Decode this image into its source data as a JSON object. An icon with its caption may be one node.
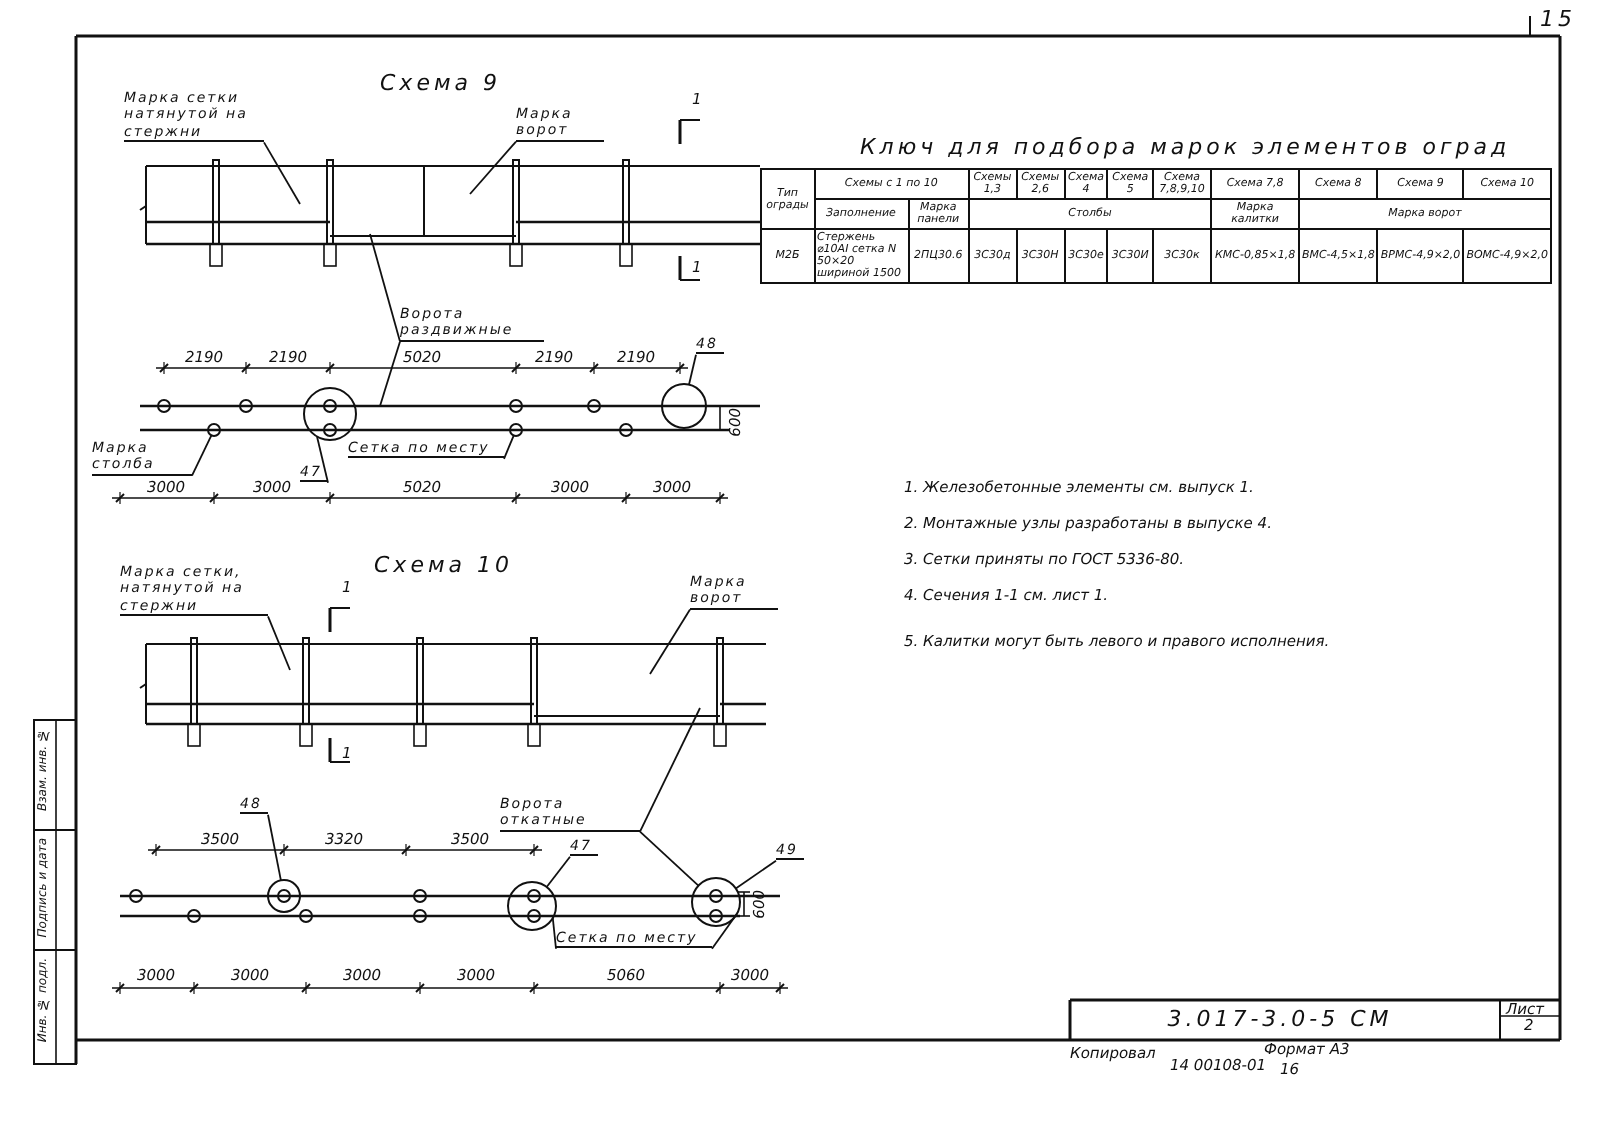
{
  "diagram": {
    "nodes": [
      {
        "text": [
          "Марка сетки натянутой на стержни"
        ]
      },
      {
        "text": [
          "Марка ворот"
        ]
      },
      {
        "text": [
          "Ворота раздвижные"
        ]
      },
      {
        "text": [
          "48"
        ]
      },
      {
        "text": [
          "Сетка по месту"
        ]
      },
      {
        "text": [
          "47"
        ]
      },
      {
        "text": [
          "Марка столба"
        ]
      },
      {
        "text": [
          "Марка сетки, натянутой на стержни"
        ]
      },
      {
        "text": [
          "Марка ворот"
        ]
      },
      {
        "text": [
          "Ворота откатные"
        ]
      },
      {
        "text": [
          "48"
        ]
      },
      {
        "text": [
          "47"
        ]
      },
      {
        "text": [
          "49"
        ]
      },
      {
        "text": [
          "Сетка по месту"
        ]
      },
      {
        "text": [],
        "shape": "circle"
      },
      {
        "text": [],
        "shape": "circle"
      },
      {
        "text": [],
        "shape": "circle"
      },
      {
        "text": [],
        "shape": "circle"
      },
      {
        "text": [],
        "shape": "circle"
      },
      {
        "text": [],
        "shape": "circle"
      },
      {
        "text": [],
        "shape": "circle"
      }
    ],
    "edges": [
      {
        "from": 0,
        "to": null,
        "arrow": "none"
      },
      {
        "from": 1,
        "to": null,
        "arrow": "none"
      },
      {
        "from": 2,
        "to": null,
        "arrow": "none"
      },
      {
        "from": 2,
        "to": null,
        "arrow": "none"
      },
      {
        "from": 3,
        "to": 17,
        "arrow": "none"
      },
      {
        "from": 4,
        "to": 16,
        "arrow": "none"
      },
      {
        "from": 5,
        "to": 15,
        "arrow": "none"
      },
      {
        "from": 6,
        "to": 14,
        "arrow": "none"
      },
      {
        "from": 7,
        "to": null,
        "arrow": "none"
      },
      {
        "from": 8,
        "to": null,
        "arrow": "none"
      },
      {
        "from": 9,
        "to": null,
        "arrow": "none"
      },
      {
        "from": 9,
        "to": 20,
        "arrow": "none"
      },
      {
        "from": 10,
        "to": 18,
        "arrow": "none"
      },
      {
        "from": 11,
        "to": 19,
        "arrow": "none"
      },
      {
        "from": 12,
        "to": 20,
        "arrow": "none"
      },
      {
        "from": 13,
        "to": 19,
        "arrow": "none"
      },
      {
        "from": 13,
        "to": 20,
        "arrow": "none"
      }
    ],
    "labels": [
      "15",
      "Схема 9",
      "1",
      "1",
      "2190",
      "2190",
      "5020",
      "2190",
      "2190",
      "600",
      "3000",
      "3000",
      "5020",
      "3000",
      "3000",
      "Ключ для подбора марок элементов оград",
      "Тип ограды",
      "Схемы с 1 по 10",
      "Схемы 1,3",
      "Схемы 2,6",
      "Схема 4",
      "Схема 5",
      "Схема 7,8,9,10",
      "Схема 7,8",
      "Схема 8",
      "Схема 9",
      "Схема 10",
      "Заполнение",
      "Марка панели",
      "Столбы",
      "Марка калитки",
      "Марка ворот",
      "М2Б",
      "Стержень ⌀10АI сетка N 50×20 шириной 1500",
      "2ПЦ30.6",
      "3С30д",
      "3С30Н",
      "3С30е",
      "3С30И",
      "3С30к",
      "КМС-0,85×1,8",
      "ВМС-4,5×1,8",
      "ВРМС-4,9×2,0",
      "ВОМС-4,9×2,0",
      "1. Железобетонные элементы см. выпуск 1.",
      "2. Монтажные узлы разработаны в выпуске 4.",
      "3. Сетки приняты по ГОСТ 5336-80.",
      "4. Сечения 1-1 см. лист 1.",
      "5. Калитки могут быть левого и правого исполнения.",
      "Схема 10",
      "1",
      "1",
      "3500",
      "3320",
      "3500",
      "600",
      "3000",
      "3000",
      "3000",
      "3000",
      "5060",
      "3000",
      "Инв. № подл.",
      "Подпись и дата",
      "Взам. инв. №",
      "3.017-3.0-5 СМ",
      "Лист",
      "2",
      "Копировал",
      "14 00108-01",
      "Формат А3",
      "16"
    ]
  }
}
